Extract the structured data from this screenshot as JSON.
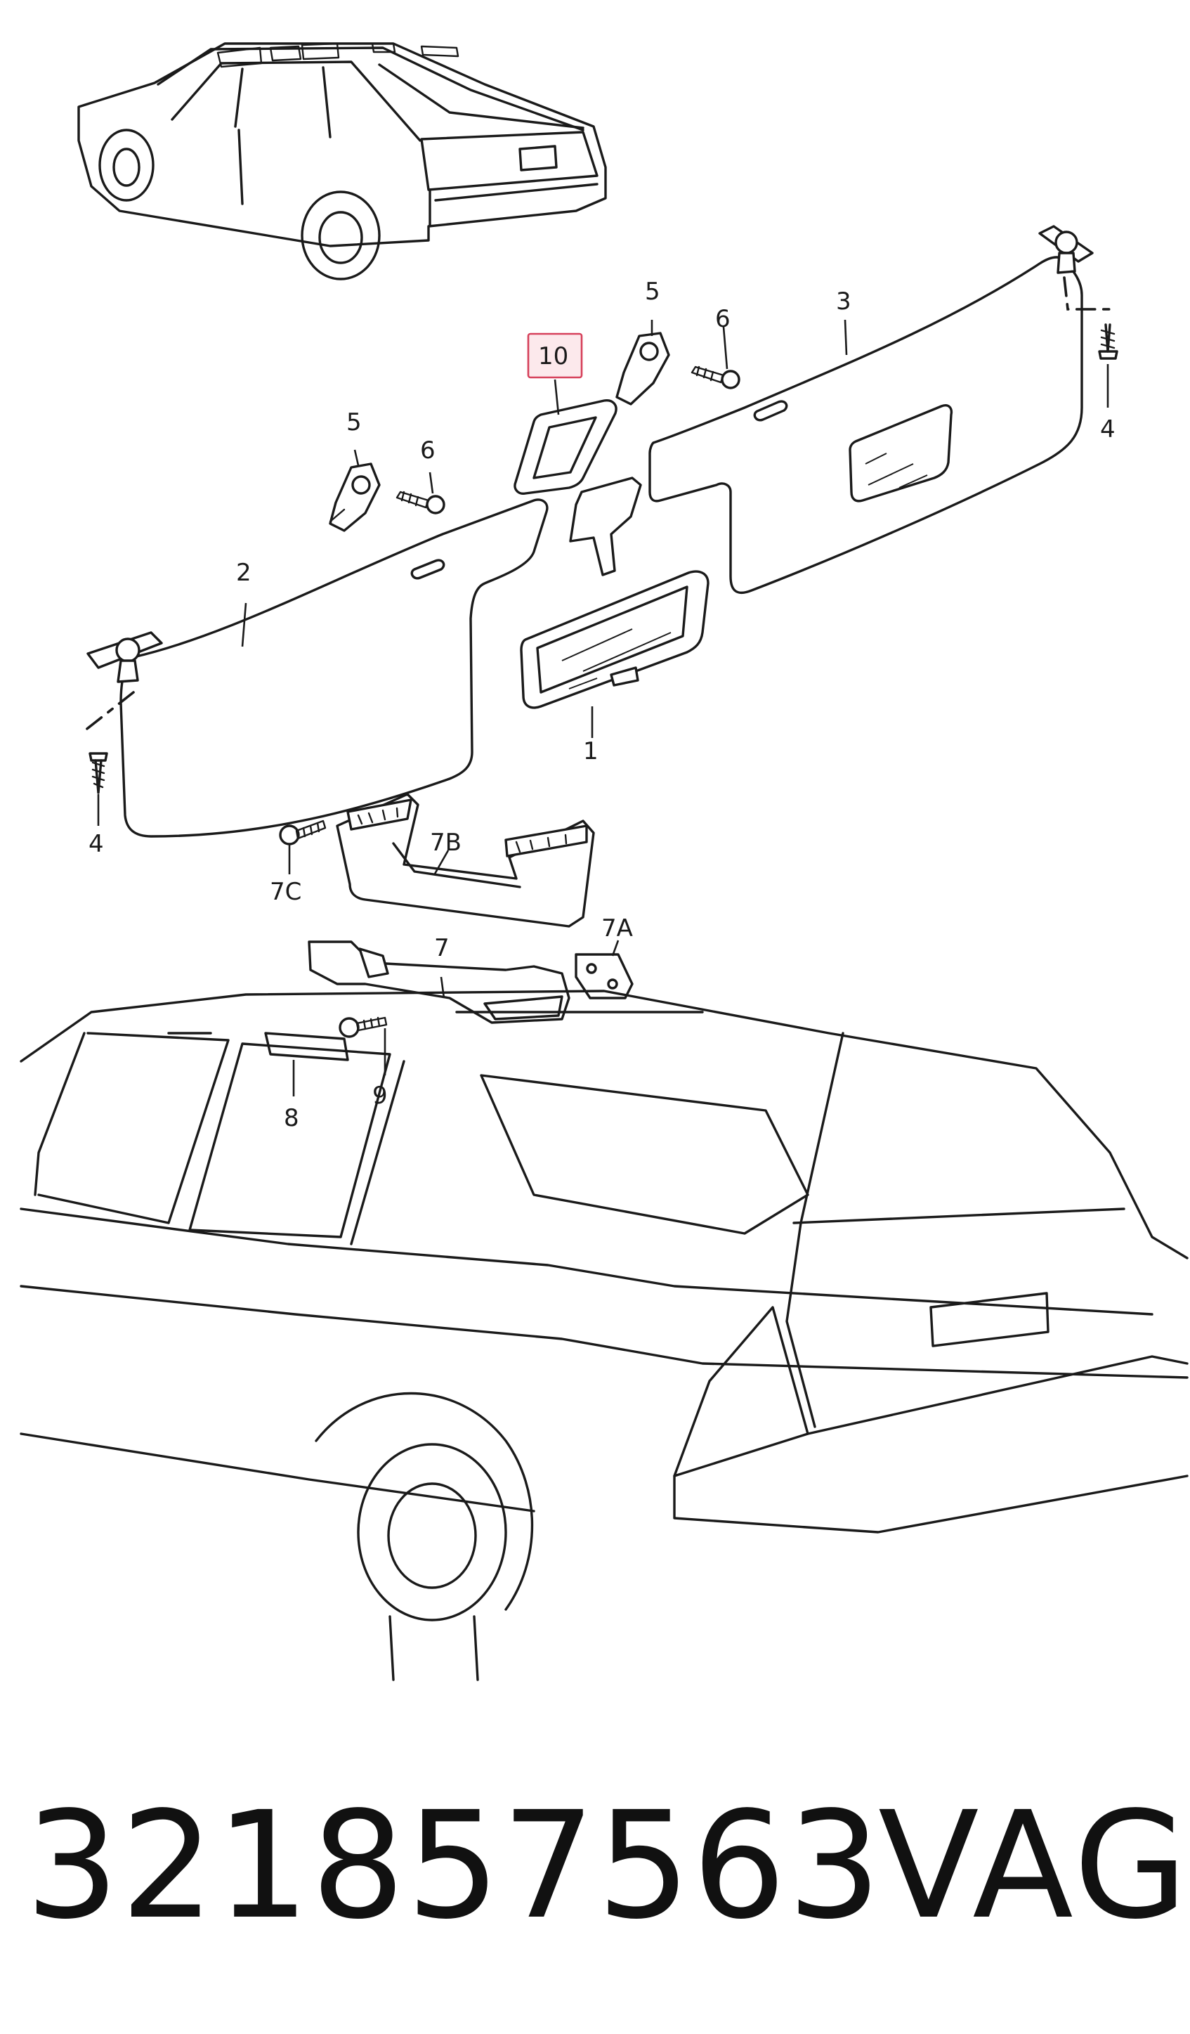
{
  "diagram": {
    "callouts": [
      {
        "id": "c1",
        "text": "1"
      },
      {
        "id": "c2",
        "text": "2"
      },
      {
        "id": "c3",
        "text": "3"
      },
      {
        "id": "c4a",
        "text": "4"
      },
      {
        "id": "c4b",
        "text": "4"
      },
      {
        "id": "c5a",
        "text": "5"
      },
      {
        "id": "c5b",
        "text": "5"
      },
      {
        "id": "c6a",
        "text": "6"
      },
      {
        "id": "c6b",
        "text": "6"
      },
      {
        "id": "c7",
        "text": "7"
      },
      {
        "id": "c7a",
        "text": "7A"
      },
      {
        "id": "c7b",
        "text": "7B"
      },
      {
        "id": "c7c",
        "text": "7C"
      },
      {
        "id": "c8",
        "text": "8"
      },
      {
        "id": "c9",
        "text": "9"
      },
      {
        "id": "c10",
        "text": "10"
      }
    ],
    "highlighted_callout": "10",
    "highlight_color": "#d6405a",
    "line_color": "#1a1a1a"
  },
  "footer": {
    "part_number": "321857563",
    "brand": "VAG"
  }
}
